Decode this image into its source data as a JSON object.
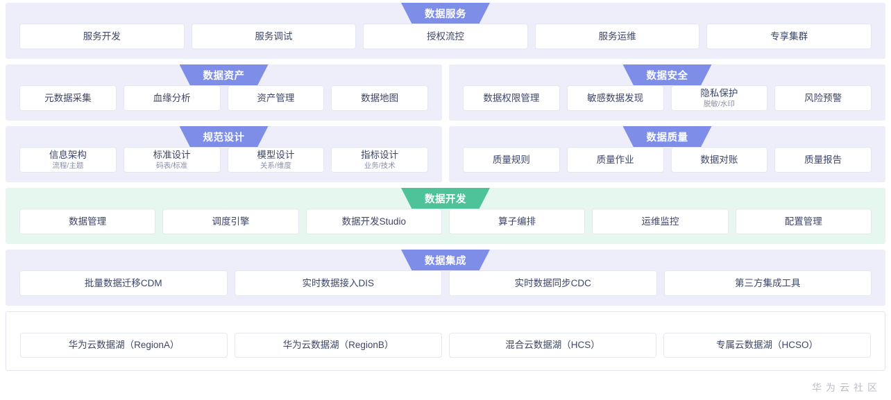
{
  "sections": {
    "data_service": {
      "title": "数据服务",
      "accent": "#7d8de8",
      "items": [
        {
          "label": "服务开发"
        },
        {
          "label": "服务调试"
        },
        {
          "label": "授权流控"
        },
        {
          "label": "服务运维"
        },
        {
          "label": "专享集群"
        }
      ]
    },
    "data_asset": {
      "title": "数据资产",
      "accent": "#7d8de8",
      "items": [
        {
          "label": "元数据采集"
        },
        {
          "label": "血缘分析"
        },
        {
          "label": "资产管理"
        },
        {
          "label": "数据地图"
        }
      ]
    },
    "data_security": {
      "title": "数据安全",
      "accent": "#7d8de8",
      "items": [
        {
          "label": "数据权限管理"
        },
        {
          "label": "敏感数据发现"
        },
        {
          "label": "隐私保护",
          "sub": "脱敏/水印"
        },
        {
          "label": "风险预警"
        }
      ]
    },
    "standard_design": {
      "title": "规范设计",
      "accent": "#7d8de8",
      "items": [
        {
          "label": "信息架构",
          "sub": "流程/主题"
        },
        {
          "label": "标准设计",
          "sub": "码表/标准"
        },
        {
          "label": "模型设计",
          "sub": "关系/维度"
        },
        {
          "label": "指标设计",
          "sub": "业务/技术"
        }
      ]
    },
    "data_quality": {
      "title": "数据质量",
      "accent": "#7d8de8",
      "items": [
        {
          "label": "质量规则"
        },
        {
          "label": "质量作业"
        },
        {
          "label": "数据对账"
        },
        {
          "label": "质量报告"
        }
      ]
    },
    "data_development": {
      "title": "数据开发",
      "accent": "#4ec399",
      "items": [
        {
          "label": "数据管理"
        },
        {
          "label": "调度引擎"
        },
        {
          "label": "数据开发Studio"
        },
        {
          "label": "算子编排"
        },
        {
          "label": "运维监控"
        },
        {
          "label": "配置管理"
        }
      ]
    },
    "data_integration": {
      "title": "数据集成",
      "accent": "#7d8de8",
      "items": [
        {
          "label": "批量数据迁移CDM"
        },
        {
          "label": "实时数据接入DIS"
        },
        {
          "label": "实时数据同步CDC"
        },
        {
          "label": "第三方集成工具"
        }
      ]
    },
    "data_lake": {
      "title": "",
      "items": [
        {
          "label": "华为云数据湖（RegionA）"
        },
        {
          "label": "华为云数据湖（RegionB）"
        },
        {
          "label": "混合云数据湖（HCS）"
        },
        {
          "label": "专属云数据湖（HCSO）"
        }
      ]
    }
  },
  "watermark": "华为云社区"
}
